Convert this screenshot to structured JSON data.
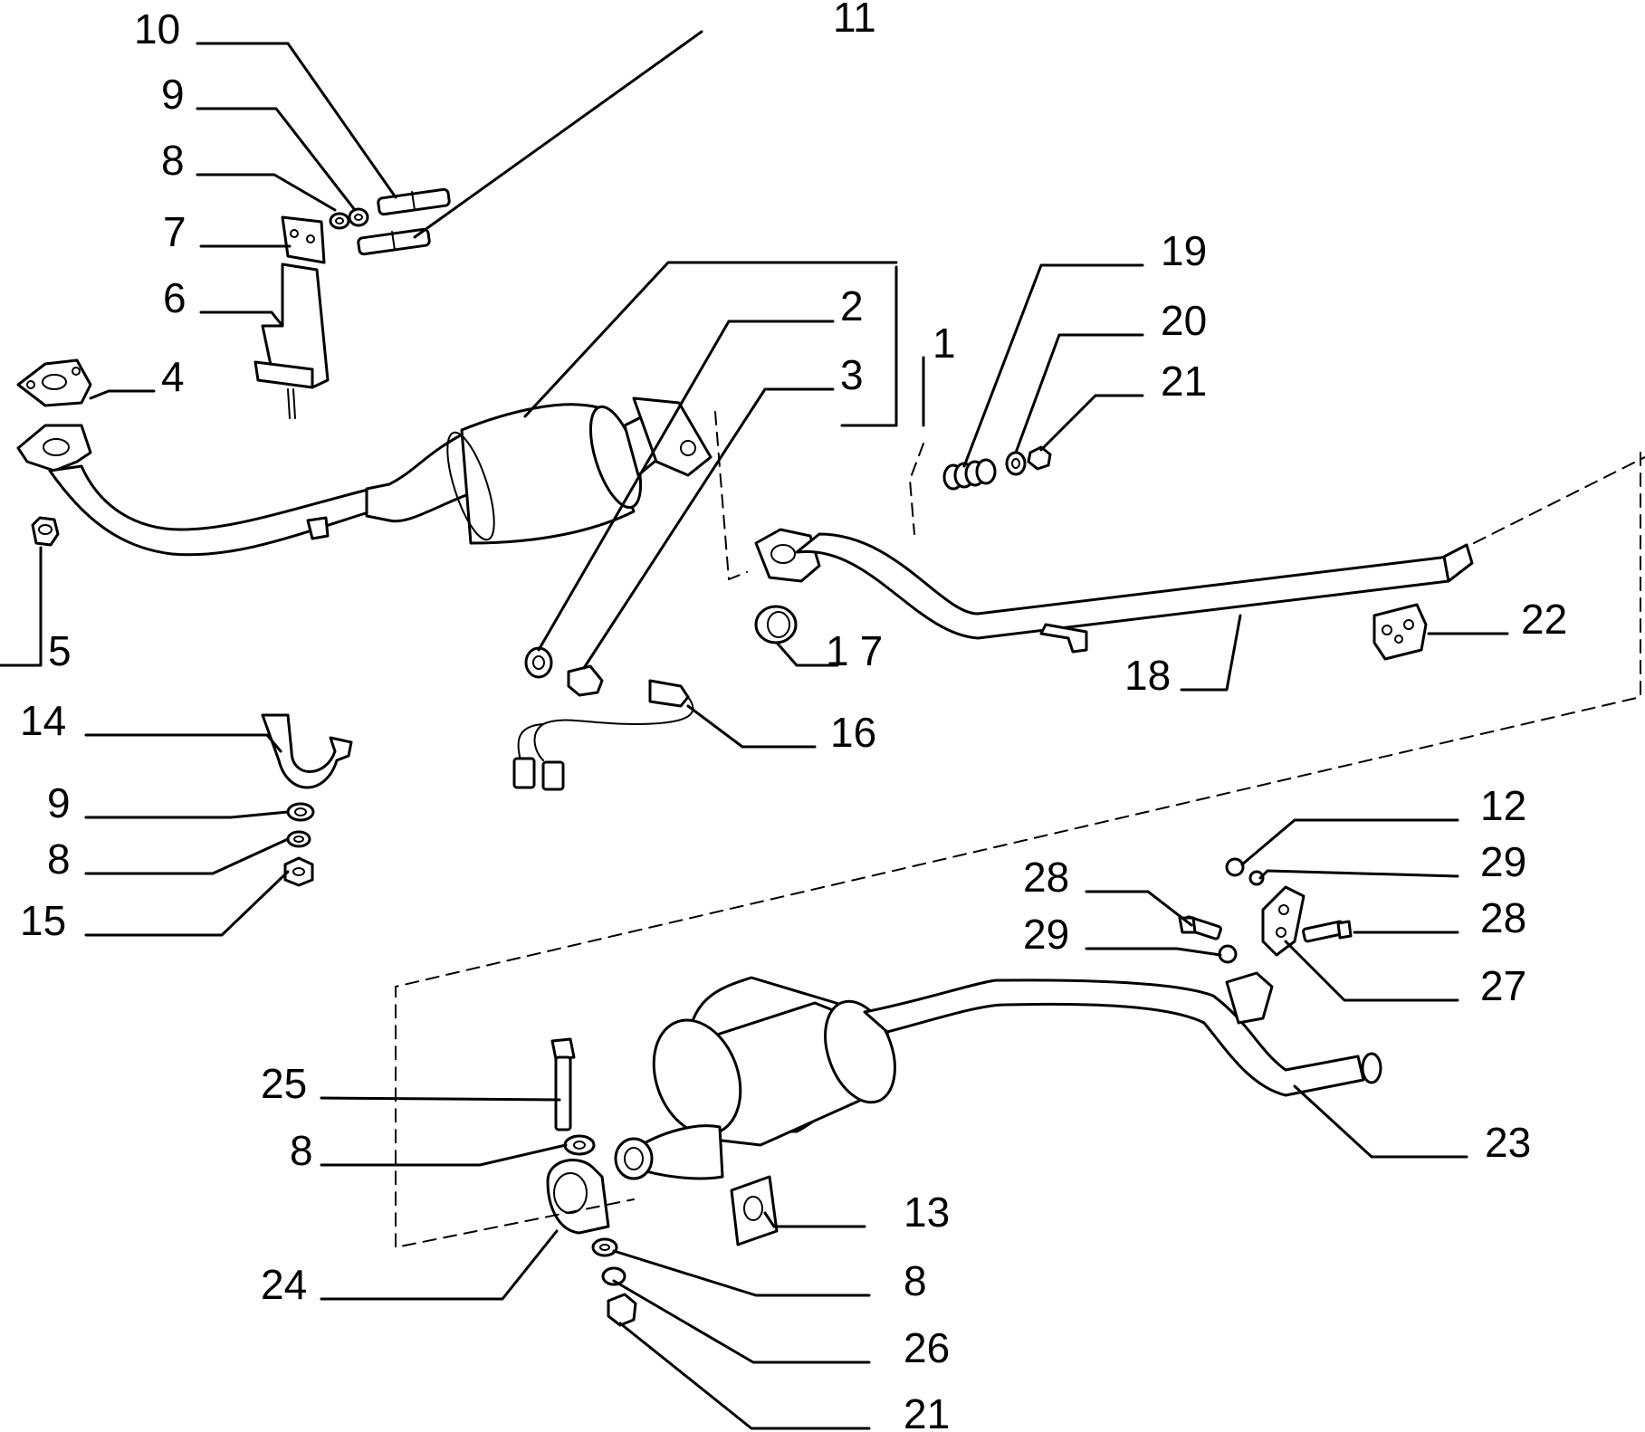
{
  "callouts": {
    "c10": "10",
    "c11": "11",
    "c9a": "9",
    "c8a": "8",
    "c7": "7",
    "c6": "6",
    "c4": "4",
    "c5": "5",
    "c2": "2",
    "c1": "1",
    "c3": "3",
    "c19": "19",
    "c20": "20",
    "c21a": "21",
    "c17": "17",
    "c18": "18",
    "c22": "22",
    "c16": "16",
    "c14": "14",
    "c9b": "9",
    "c8b": "8",
    "c15": "15",
    "c12": "12",
    "c29a": "29",
    "c28a": "28",
    "c28b": "28",
    "c29b": "29",
    "c27": "27",
    "c25": "25",
    "c8c": "8",
    "c23": "23",
    "c13": "13",
    "c24": "24",
    "c8d": "8",
    "c26": "26",
    "c21b": "21"
  },
  "colors": {
    "ink": "#000000",
    "paper": "#ffffff"
  }
}
